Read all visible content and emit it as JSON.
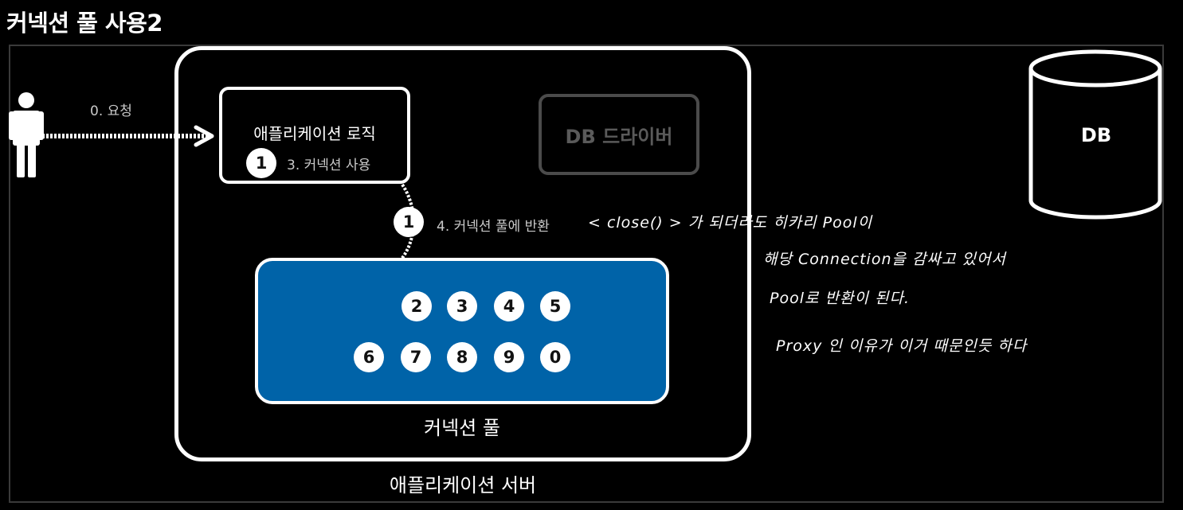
{
  "title": "커넥션 풀 사용2",
  "user": {
    "request_label": "0. 요청"
  },
  "app_server": {
    "label": "애플리케이션 서버",
    "logic": {
      "title": "애플리케이션 로직",
      "connection_number": "1",
      "step_label": "3. 커넥션 사용"
    },
    "driver": {
      "label": "DB 드라이버"
    },
    "return_step": {
      "connection_number": "1",
      "label": "4. 커넥션 풀에 반환"
    },
    "pool": {
      "label": "커넥션 풀",
      "connections_row1": [
        "2",
        "3",
        "4",
        "5"
      ],
      "connections_row2": [
        "6",
        "7",
        "8",
        "9",
        "0"
      ],
      "color": "#0063a8"
    }
  },
  "db": {
    "label": "DB"
  },
  "handwritten_note": {
    "lines": [
      "< close() > 가 되더라도 히카리 Pool이",
      "해당 Connection을 감싸고 있어서",
      "Pool로 반환이 된다.",
      "Proxy 인 이유가 이거 때문인듯 하다"
    ]
  }
}
